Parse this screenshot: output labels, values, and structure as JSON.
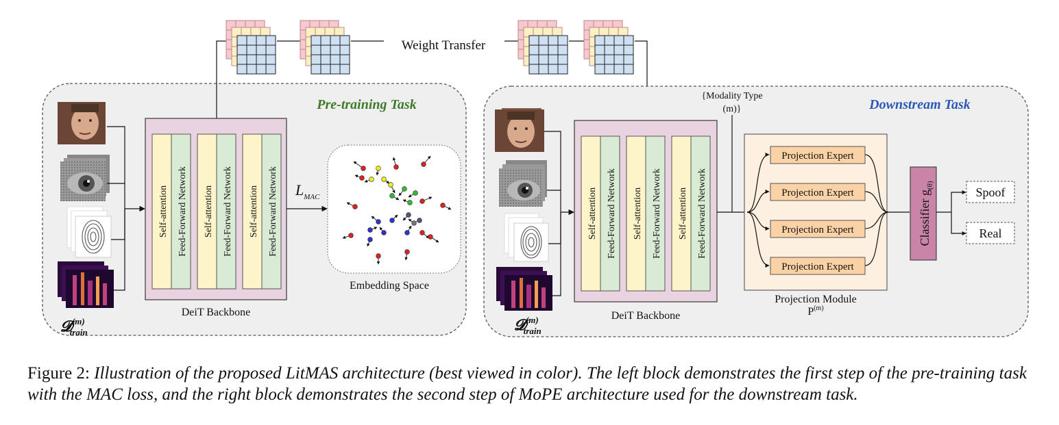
{
  "weight_transfer_label": "Weight Transfer",
  "pretraining": {
    "title": "Pre-training Task",
    "backbone_label": "DeiT Backbone",
    "loss_label": "L",
    "loss_sub": "MAC",
    "embedding_label": "Embedding Space",
    "dataset_main": "𝓓",
    "dataset_sup": "(m)",
    "dataset_sub": "train"
  },
  "downstream": {
    "title": "Downstream Task",
    "backbone_label": "DeiT Backbone",
    "modality_line1": "{Modality Type",
    "modality_line2": "(m)}",
    "projection_expert_label": "Projection Expert",
    "projection_module_label": "Projection Module",
    "projection_module_symbol": "P",
    "projection_module_sup": "(m)",
    "classifier_label": "Classifier g",
    "classifier_sub": "(θ)",
    "outputs": [
      "Spoof",
      "Real"
    ],
    "dataset_main": "𝓓",
    "dataset_sup": "(m)",
    "dataset_sub": "train"
  },
  "block_labels": {
    "self_attention": "Self-attention",
    "ffn": "Feed-Forward Network"
  },
  "colors": {
    "backbone_fill": "#ead3e0",
    "self_attention_fill": "#fdf5c9",
    "ffn_fill": "#d9ebd5",
    "projection_module_fill": "#fdf0e0",
    "projection_expert_fill": "#fbd2a5",
    "classifier_fill": "#c984a8",
    "pretraining_title": "#3f7a2a",
    "downstream_title": "#2b59b7"
  },
  "caption": {
    "prefix": "Figure 2: ",
    "body": "Illustration of the proposed LitMAS architecture (best viewed in color). The left block demonstrates the first step of the pre-training task with the MAC loss, and the right block demonstrates the second step of MoPE architecture used for the downstream task."
  }
}
